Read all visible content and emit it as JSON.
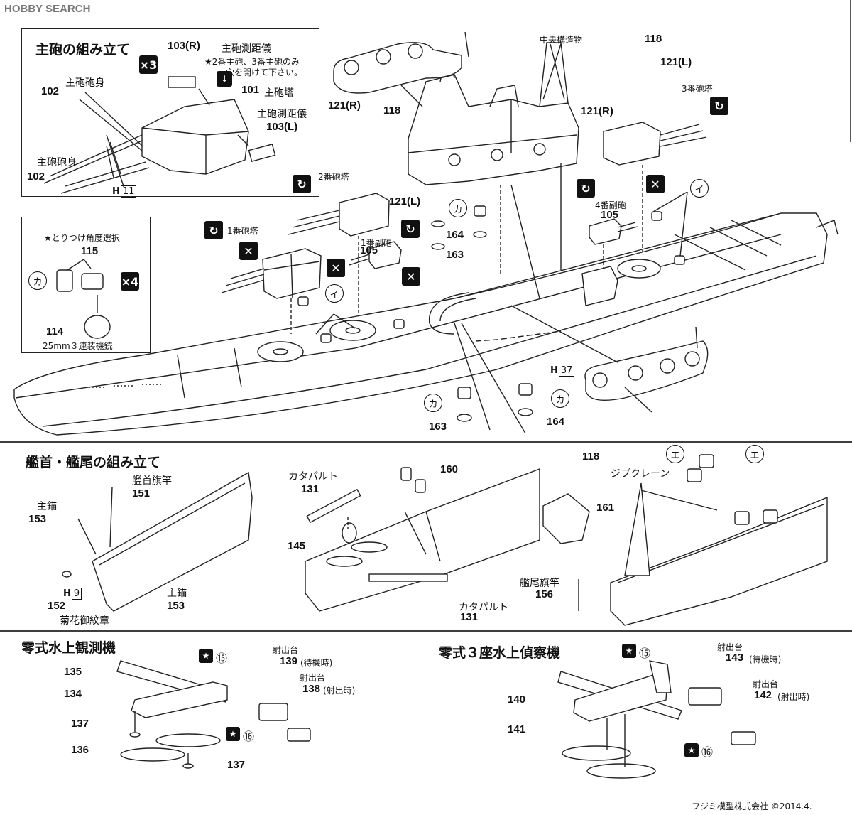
{
  "watermark": {
    "brand": "HOBBY SEARCH"
  },
  "main_gun": {
    "title": "主砲の組み立て",
    "multiplier": "×3",
    "barrel_label": "主砲砲身",
    "barrel_part": "102",
    "rangefinder_label": "主砲測距儀",
    "rangefinder_right": "103(R)",
    "rangefinder_left": "103(L)",
    "turret_part": "101",
    "turret_label": "主砲塔",
    "note_line1": "★2番主砲、3番主砲のみ",
    "note_line2": "穴を開けて下さい。",
    "h_label": "H",
    "h_num": "11"
  },
  "aa_gun": {
    "angle_note": "★とりつけ角度選択",
    "gun_part": "115",
    "mark": "カ",
    "multiplier": "×4",
    "base_part": "114",
    "caption": "25mm３連装機銃"
  },
  "hull": {
    "center_structure": "中央構造物",
    "turret1": "1番砲塔",
    "turret2": "2番砲塔",
    "turret3": "3番砲塔",
    "secondary1": "1番副砲",
    "secondary4": "4番副砲",
    "secondary_part": "105",
    "p118": "118",
    "p121r": "121(R)",
    "p121l": "121(L)",
    "p164": "164",
    "p163": "163",
    "mark_ka": "カ",
    "mark_i": "イ",
    "h_label": "H",
    "h_num": "37"
  },
  "bow_stern": {
    "title": "艦首・艦尾の組み立て",
    "bow_flagpole": "艦首旗竿",
    "p151": "151",
    "anchor": "主錨",
    "p153": "153",
    "p152": "152",
    "h_label": "H",
    "h_num": "9",
    "chrysanthemum": "菊花御紋章",
    "catapult": "カタパルト",
    "p131": "131",
    "p145": "145",
    "p160": "160",
    "p118": "118",
    "jib_crane": "ジブクレーン",
    "p161": "161",
    "stern_flagpole": "艦尾旗竿",
    "p156": "156",
    "mark_e": "エ"
  },
  "observation_plane": {
    "title": "零式水上観測機",
    "p135": "135",
    "p134": "134",
    "p137": "137",
    "p136": "136",
    "decal15": "⑮",
    "decal16": "⑯",
    "launch_label": "射出台",
    "p139": "139",
    "standby": "(待機時)",
    "p138": "138",
    "firing": "(射出時)"
  },
  "recon_plane": {
    "title": "零式３座水上偵察機",
    "p140": "140",
    "p141": "141",
    "decal15": "⑮",
    "decal16": "⑯",
    "launch_label": "射出台",
    "p143": "143",
    "standby": "(待機時)",
    "p142": "142",
    "firing": "(射出時)"
  },
  "footer": {
    "copyright": "フジミ模型株式会社 ©2014.4."
  }
}
